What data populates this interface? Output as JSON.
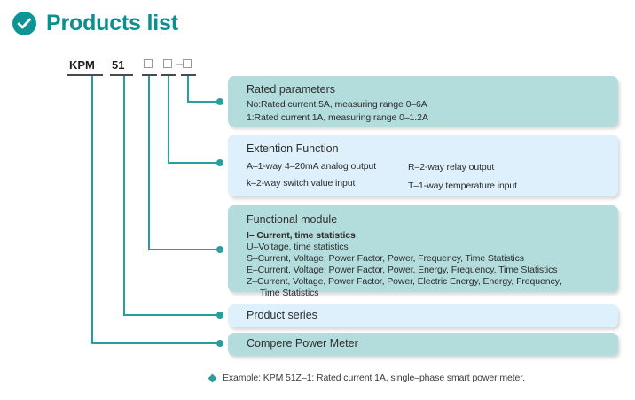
{
  "header": {
    "title": "Products list",
    "icon": "check-circle-icon",
    "accent_color": "#0b8f8f"
  },
  "code": {
    "segments": [
      {
        "id": "brand",
        "text": "KPM"
      },
      {
        "id": "series",
        "text": "51"
      },
      {
        "id": "module",
        "text": "□"
      },
      {
        "id": "ext",
        "text": "□"
      },
      {
        "id": "rated",
        "text": "□"
      }
    ],
    "separator": "–",
    "full": "KPM 51 □ □-□"
  },
  "boxes": [
    {
      "id": "rated-parameters",
      "color": "#b3dcdc",
      "title": "Rated parameters",
      "lines": [
        "No:Rated current 5A, measuring range 0–6A",
        "1:Rated current 1A, measuring range 0–1.2A"
      ]
    },
    {
      "id": "extention-function",
      "color": "#ddf0fb",
      "title": "Extention Function",
      "col1": [
        "A–1-way 4–20mA analog output",
        "k–2-way switch value input"
      ],
      "col2": [
        "R–2-way relay output",
        "T–1-way temperature input"
      ]
    },
    {
      "id": "functional-module",
      "color": "#b3dcdc",
      "title": "Functional module",
      "lines": [
        "I– Current, time statistics",
        "U–Voltage, time statistics",
        "S–Current, Voltage, Power Factor, Power, Frequency, Time Statistics",
        "E–Current, Voltage, Power Factor, Power, Energy, Frequency, Time Statistics",
        "Z–Current, Voltage, Power Factor, Power, Electric Energy, Energy, Frequency,",
        "Time Statistics"
      ],
      "bold_prefix": "I–"
    },
    {
      "id": "product-series",
      "color": "#ddf0fb",
      "title": "Product series"
    },
    {
      "id": "compere-power-meter",
      "color": "#b3dcdc",
      "title": "Compere  Power  Meter"
    }
  ],
  "footer": {
    "bullet": "diamond-bullet-icon",
    "text": "Example: KPM 51Z–1: Rated current 1A, single–phase smart power meter."
  }
}
